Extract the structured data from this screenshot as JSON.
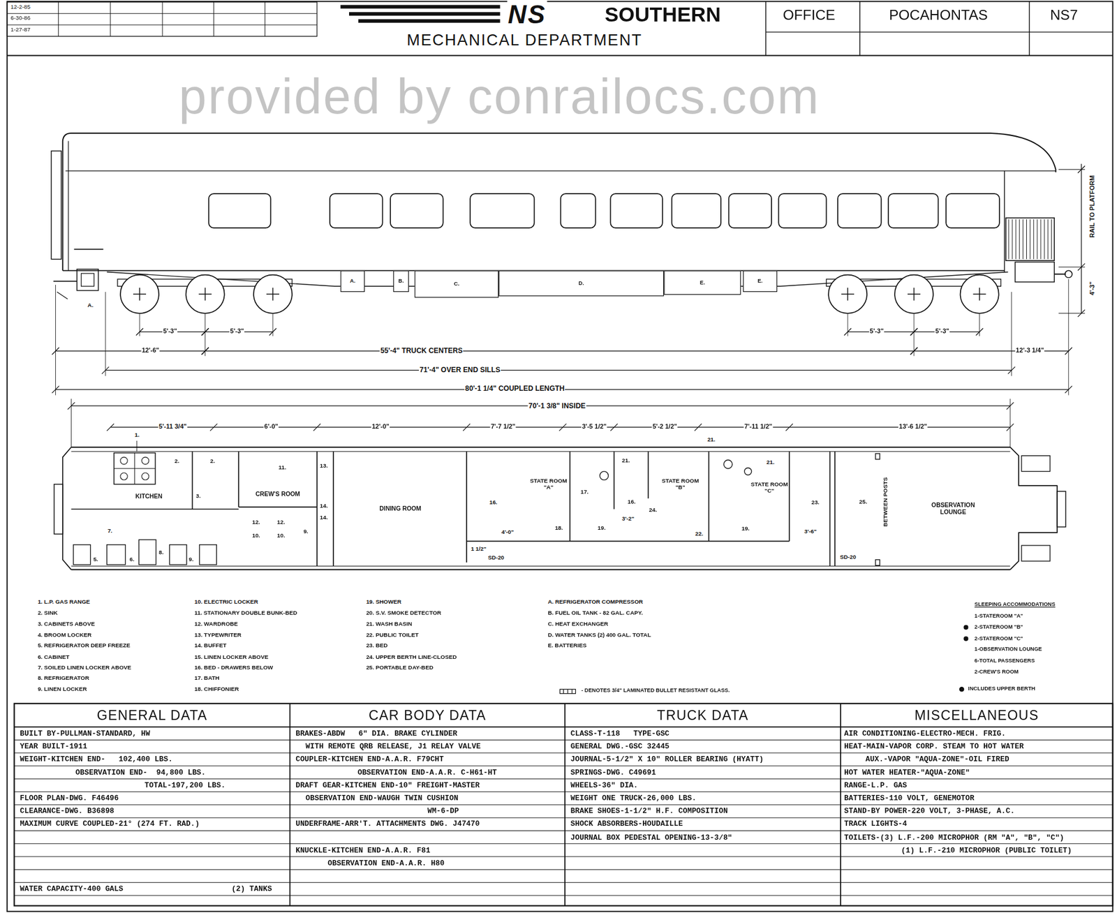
{
  "diagram": {
    "title": "MECHANICAL DEPARTMENT",
    "nodes": [
      {
        "text": [
          "A."
        ]
      },
      {
        "text": [
          "B."
        ]
      },
      {
        "text": [
          "C."
        ]
      },
      {
        "text": [
          "D."
        ]
      },
      {
        "text": [
          "E."
        ]
      },
      {
        "text": [
          "E."
        ]
      },
      {
        "text": [
          "KITCHEN"
        ]
      },
      {
        "text": [
          "CREW'S ROOM"
        ]
      },
      {
        "text": [
          "DINING ROOM"
        ]
      },
      {
        "text": [
          "STATE ROOM \"A\""
        ]
      },
      {
        "text": [
          "STATE ROOM \"B\""
        ]
      },
      {
        "text": [
          "STATE ROOM \"C\""
        ]
      },
      {
        "text": [
          "OBSERVATION LOUNGE"
        ]
      },
      {
        "text": [
          "GENERAL DATA",
          "BUILT BY-PULLMAN-STANDARD, HW",
          "YEAR BUILT-1911",
          "WEIGHT-KITCHEN END-   102,400 LBS.",
          "OBSERVATION END-  94,800 LBS.",
          "TOTAL-197,200 LBS.",
          "FLOOR PLAN-DWG. F46496",
          "CLEARANCE-DWG. B36898",
          "MAXIMUM CURVE COUPLED-21° (274 FT. RAD.)",
          "WATER CAPACITY-400 GALS",
          "(2) TANKS"
        ]
      },
      {
        "text": [
          "CAR BODY DATA",
          "BRAKES-ABDW   6\" DIA. BRAKE CYLINDER",
          "WITH REMOTE QRB RELEASE, J1 RELAY VALVE",
          "COUPLER-KITCHEN END-A.A.R. F79CHT",
          "OBSERVATION END-A.A.R. C-H61-HT",
          "DRAFT GEAR-KITCHEN END-10\" FREIGHT-MASTER",
          "OBSERVATION END-WAUGH TWIN CUSHION",
          "WM-6-DP",
          "UNDERFRAME-ARR'T. ATTACHMENTS DWG. J47470",
          "KNUCKLE-KITCHEN END-A.A.R. F81",
          "OBSERVATION END-A.A.R. H80"
        ]
      },
      {
        "text": [
          "TRUCK DATA",
          "CLASS-T-118   TYPE-GSC",
          "GENERAL DWG.-GSC 32445",
          "JOURNAL-5-1/2\" X 10\" ROLLER BEARING (HYATT)",
          "SPRINGS-DWG. C49691",
          "WHEELS-36\" DIA.",
          "WEIGHT ONE TRUCK-26,000 LBS.",
          "BRAKE SHOES-1-1/2\" H.F. COMPOSITION",
          "SHOCK ABSORBERS-HOUDAILLE",
          "JOURNAL BOX PEDESTAL OPENING-13-3/8\""
        ]
      },
      {
        "text": [
          "MISCELLANEOUS",
          "AIR CONDITIONING-ELECTRO-MECH. FRIG.",
          "HEAT-MAIN-VAPOR CORP. STEAM TO HOT WATER",
          "AUX.-VAPOR \"AQUA-ZONE\"-OIL FIRED",
          "HOT WATER HEATER-\"AQUA-ZONE\"",
          "RANGE-L.P. GAS",
          "BATTERIES-110 VOLT, GENEMOTOR",
          "STAND-BY POWER-220 VOLT, 3-PHASE, A.C.",
          "TRACK LIGHTS-4",
          "TOILETS-(3) L.F.-200 MICROPHOR (RM \"A\", \"B\", \"C\")",
          "(1) L.F.-210 MICROPHOR (PUBLIC TOILET)"
        ]
      }
    ],
    "labels": [
      "12-2-85",
      "6-30-86",
      "1-27-87",
      "NS",
      "SOUTHERN",
      "OFFICE",
      "POCAHONTAS",
      "NS7",
      "provided by conrailocs.com",
      "A.",
      "5'-3\"",
      "5'-3\"",
      "12'-6\"",
      "55'-4\" TRUCK CENTERS",
      "12'-3 1/4\"",
      "5'-3\"",
      "5'-3\"",
      "71'-4\" OVER END SILLS",
      "80'-1 1/4\" COUPLED LENGTH",
      "4'-3\"",
      "RAIL TO PLATFORM",
      "70'-1 3/8\" INSIDE",
      "5'-11 3/4\"",
      "6'-0\"",
      "12'-0\"",
      "7'-7 1/2\"",
      "3'-5 1/2\"",
      "5'-2 1/2\"",
      "7'-11 1/2\"",
      "13'-6 1/2\"",
      "1.",
      "2.",
      "2.",
      "3.",
      "11.",
      "13.",
      "14.",
      "14.",
      "12.",
      "12.",
      "10.",
      "10.",
      "9.",
      "7.",
      "5.",
      "6.",
      "8.",
      "9.",
      "16.",
      "17.",
      "18.",
      "19.",
      "21.",
      "24.",
      "16.",
      "21.",
      "21.",
      "22.",
      "19.",
      "23.",
      "25.",
      "SD-20",
      "SD-20",
      "BETWEEN POSTS",
      "4'-0\"",
      "1 1/2\"",
      "3'-2\"",
      "3'-6\"",
      "1. L.P. GAS RANGE",
      "2. SINK",
      "3. CABINETS ABOVE",
      "4. BROOM LOCKER",
      "5. REFRIGERATOR DEEP FREEZE",
      "6. CABINET",
      "7. SOILED LINEN LOCKER ABOVE",
      "8. REFRIGERATOR",
      "9. LINEN LOCKER",
      "10. ELECTRIC LOCKER",
      "11. STATIONARY DOUBLE BUNK-BED",
      "12. WARDROBE",
      "13. TYPEWRITER",
      "14. BUFFET",
      "15. LINEN LOCKER ABOVE",
      "16. BED - DRAWERS BELOW",
      "17. BATH",
      "18. CHIFFONIER",
      "19. SHOWER",
      "20. S.V. SMOKE DETECTOR",
      "21. WASH BASIN",
      "22. PUBLIC TOILET",
      "23. BED",
      "24. UPPER BERTH LINE-CLOSED",
      "25. PORTABLE DAY-BED",
      "A. REFRIGERATOR COMPRESSOR",
      "B. FUEL OIL TANK - 82 GAL. CAPY.",
      "C. HEAT EXCHANGER",
      "D. WATER TANKS (2) 400 GAL. TOTAL",
      "E. BATTERIES",
      "SLEEPING ACCOMMODATIONS",
      "1-STATEROOM \"A\"",
      "2-STATEROOM \"B\"",
      "2-STATEROOM \"C\"",
      "1-OBSERVATION LOUNGE",
      "6-TOTAL PASSENGERS",
      "2-CREW'S ROOM",
      "- DENOTES 3/4\" LAMINATED BULLET RESISTANT GLASS.",
      "INCLUDES UPPER BERTH"
    ]
  }
}
